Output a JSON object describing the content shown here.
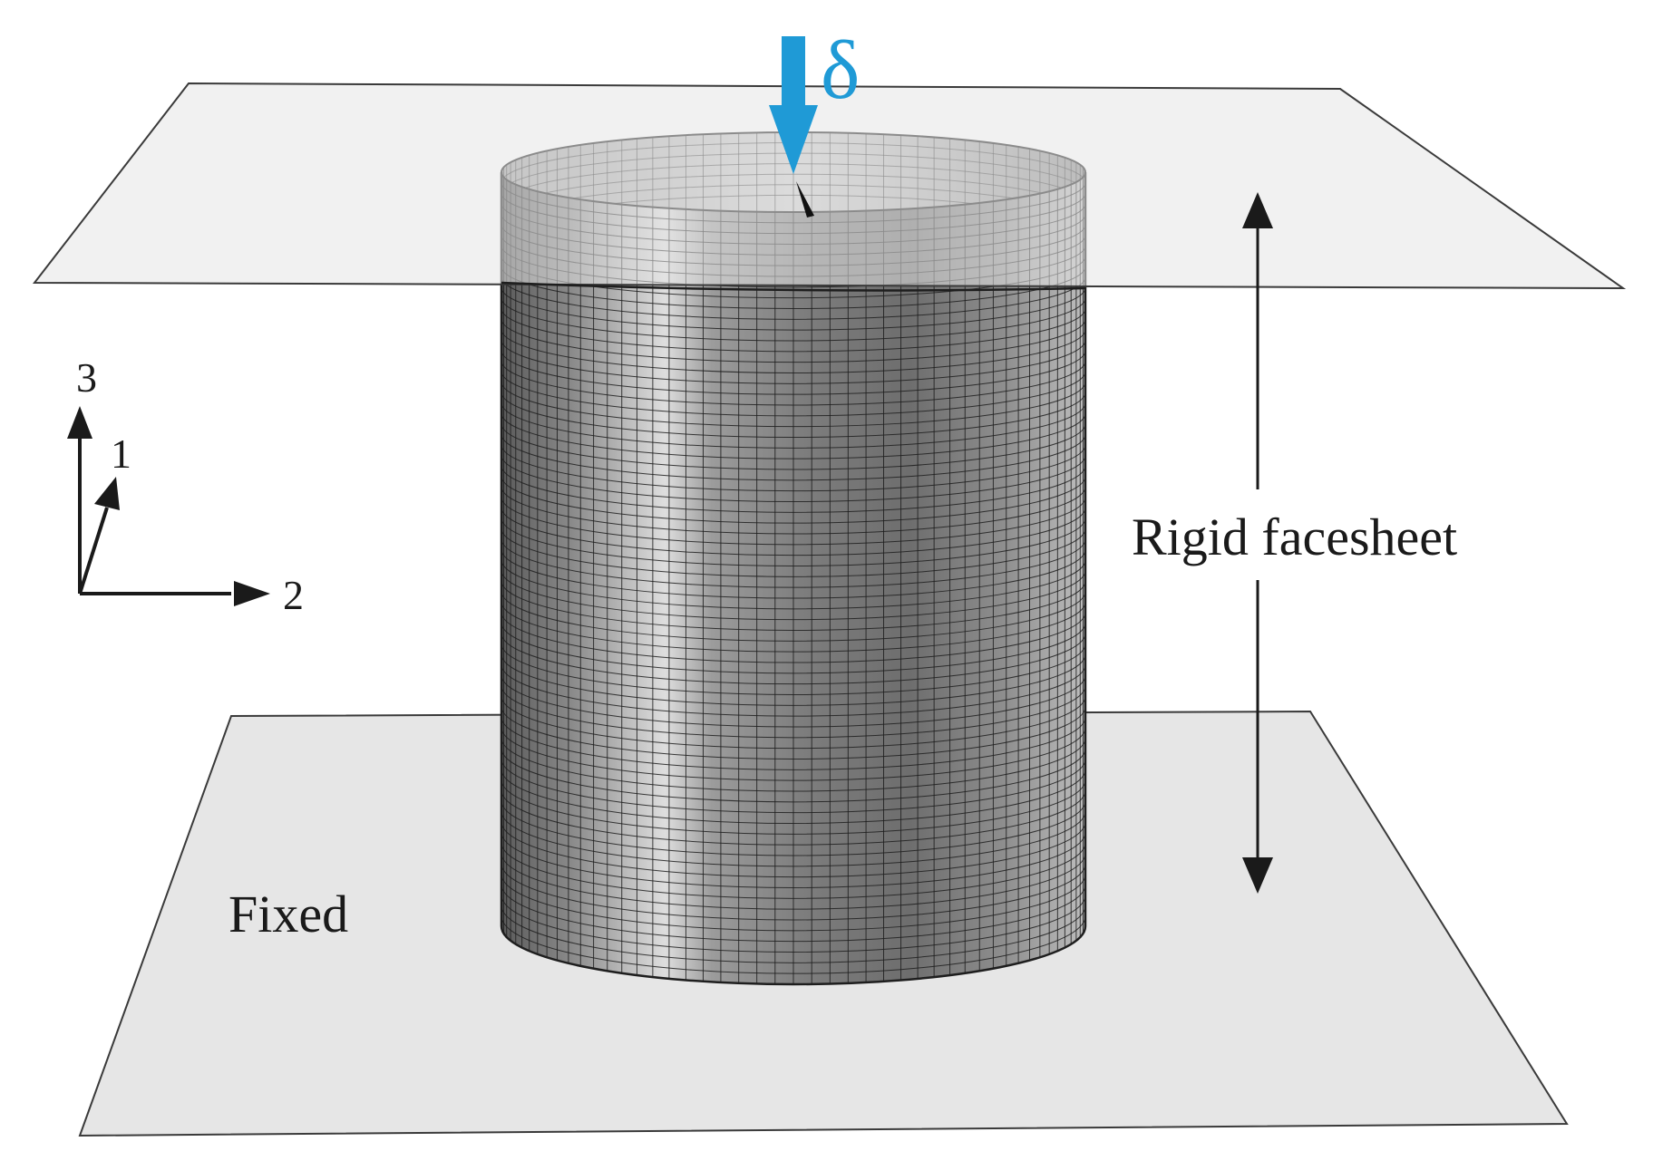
{
  "labels": {
    "delta": "δ",
    "rigid_facesheet": "Rigid facesheet",
    "fixed": "Fixed",
    "axis_3": "3",
    "axis_1": "1",
    "axis_2": "2"
  },
  "colors": {
    "plate_fill": "#e6e6e6",
    "plate_stroke": "#3a3a3a",
    "shell_dark": "#4a4a4a",
    "shell_light": "#d8d8d8",
    "mesh_line": "#1e1e1e",
    "load_arrow": "#1f9ad6",
    "ink": "#1a1a1a"
  },
  "mesh": {
    "circumferential_divisions": 50,
    "axial_divisions": 72
  }
}
